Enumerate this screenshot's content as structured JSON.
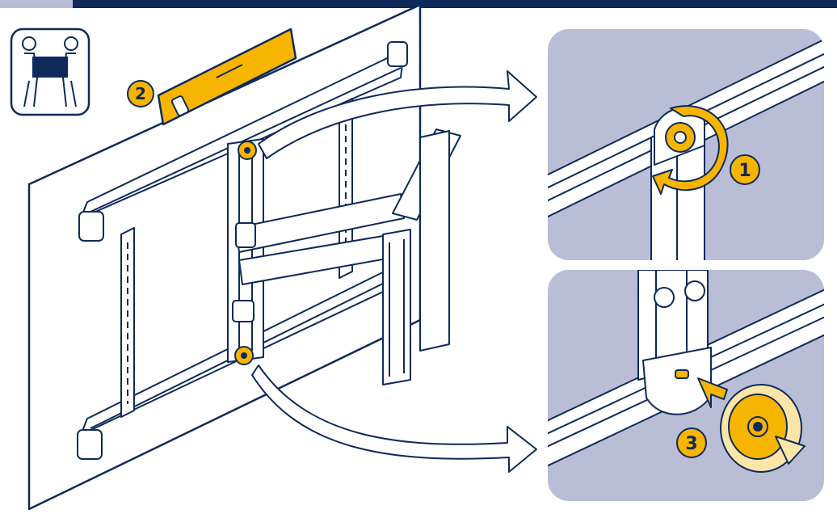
{
  "steps": [
    {
      "number": "1"
    },
    {
      "number": "2"
    },
    {
      "number": "3"
    }
  ],
  "icons": {
    "two_person": "two-person-lift-icon",
    "level": "spirit-level-icon",
    "rotate": "rotate-arrow-icon",
    "push": "push-arrow-icon"
  },
  "colors": {
    "navy": "#0e2a5a",
    "yellow": "#f7b500",
    "pale_yellow": "#fbe6a8",
    "panel": "#b9bed6",
    "white": "#ffffff"
  }
}
